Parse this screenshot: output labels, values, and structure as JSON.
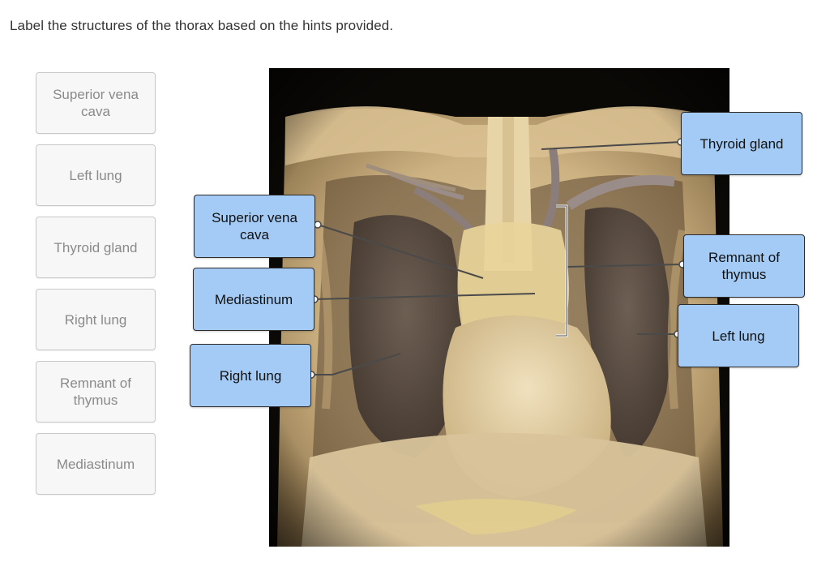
{
  "instructions": "Label the structures of the thorax based on the hints provided.",
  "word_bank": [
    {
      "label": "Superior vena cava"
    },
    {
      "label": "Left lung"
    },
    {
      "label": "Thyroid gland"
    },
    {
      "label": "Right lung"
    },
    {
      "label": "Remnant of thymus"
    },
    {
      "label": "Mediastinum"
    }
  ],
  "placed_labels": [
    {
      "label": "Thyroid gland"
    },
    {
      "label": "Superior vena cava"
    },
    {
      "label": "Remnant of thymus"
    },
    {
      "label": "Mediastinum"
    },
    {
      "label": "Left lung"
    },
    {
      "label": "Right lung"
    }
  ],
  "colors": {
    "label_fill": "#a3cbf5",
    "label_border": "#2c2c2c",
    "bank_fill": "#f7f7f7",
    "bank_text": "#8a8a8a",
    "leader_line": "#4a4a4a"
  }
}
